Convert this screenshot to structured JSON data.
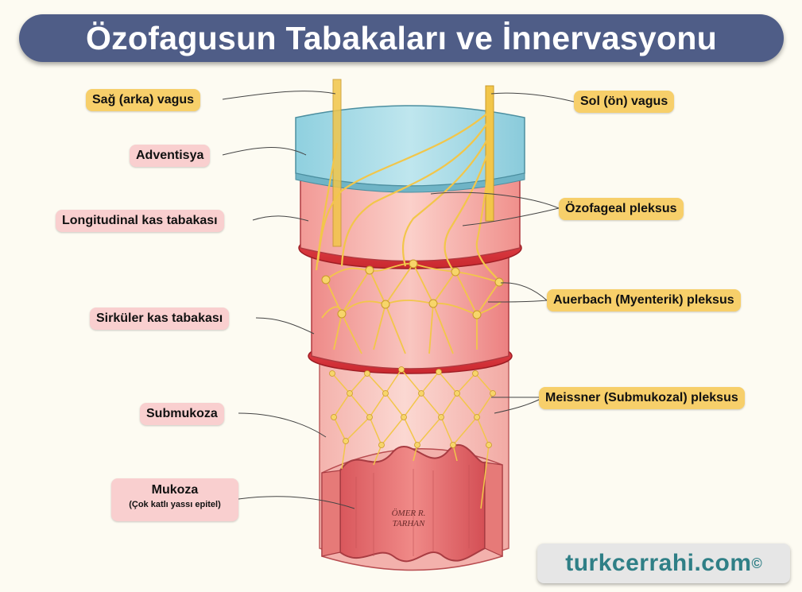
{
  "title": "Özofagusun Tabakaları ve İnnervasyonu",
  "labels": {
    "right_vagus": "Sağ (arka) vagus",
    "left_vagus": "Sol (ön) vagus",
    "adventitia": "Adventisya",
    "longitudinal": "Longitudinal kas tabakası",
    "esophageal_plexus": "Özofageal pleksus",
    "auerbach": "Auerbach (Myenterik) pleksus",
    "circular": "Sirküler kas tabakası",
    "meissner": "Meissner (Submukozal) pleksus",
    "submucosa": "Submukoza",
    "mucosa": "Mukoza",
    "mucosa_sub": "(Çok katlı yassı epitel)"
  },
  "watermark": {
    "line1": "ÖMER R.",
    "line2": "TARHAN"
  },
  "site": {
    "name": "turkcerrahi.com",
    "mark": "©"
  },
  "colors": {
    "title_bg": "#4f5d87",
    "label_pink": "#f9cfcf",
    "label_yellow": "#f7cf6a",
    "adventitia": "#a8dbe6",
    "muscle": "#e85a5e",
    "submucosa": "#f7c9c3",
    "nerve": "#f2c64a",
    "site_text": "#2f7f86"
  }
}
